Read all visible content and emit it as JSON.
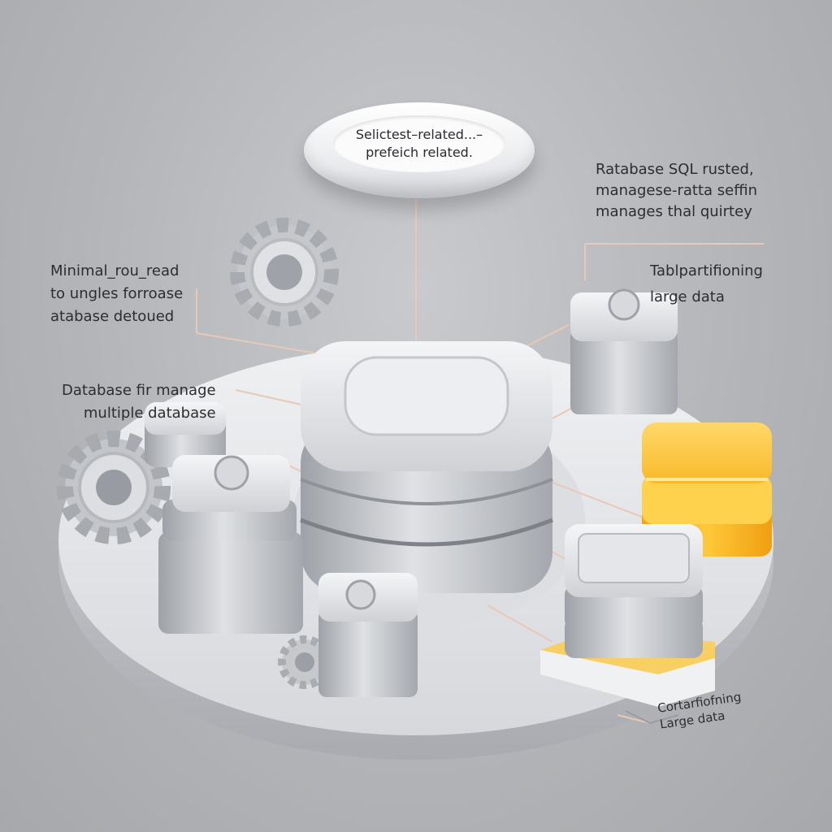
{
  "bubble": {
    "line1": "Selictest–related...–",
    "line2": "prefeich related."
  },
  "labels": {
    "top_right": [
      "Ratabase SQL rusted,",
      "managese-ratta seffin",
      "manages thal quirtey"
    ],
    "table_partitioning": [
      "Tablpartifioning",
      "large data"
    ],
    "minimal_read": [
      "Minimal_rou_read",
      "to ungles forroase",
      "atabase detoued"
    ],
    "multiple_db": [
      "Database fir manage",
      "multiple database"
    ],
    "bottom_right": [
      "Cortarfiofning",
      "Large data"
    ]
  },
  "colors": {
    "background": "#b3b5b8",
    "platform": "#e4e5e8",
    "metal": "#c8cacf",
    "accent": "#f5b321",
    "connector": "#e8c9b8",
    "text": "#2c2d31"
  }
}
